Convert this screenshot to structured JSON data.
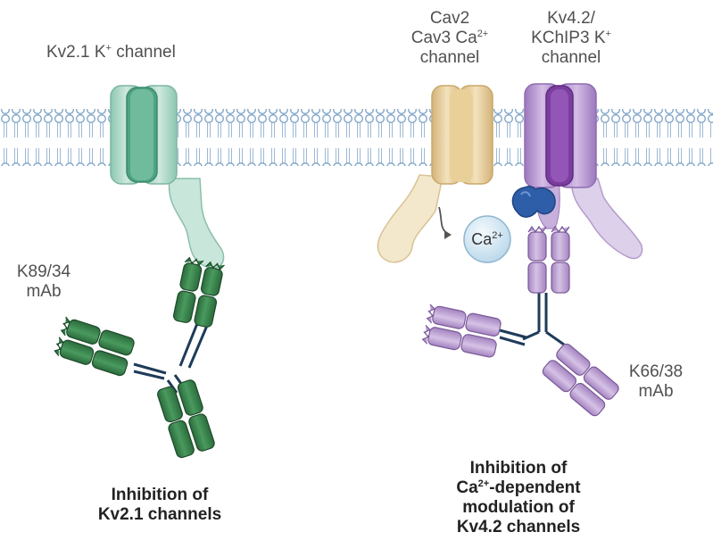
{
  "labels": {
    "kv21_channel": {
      "main": "Kv2.1 K",
      "sup": "+",
      "rest": " channel"
    },
    "cav_line1": "Cav2",
    "cav_line2": {
      "main": "Cav3 Ca",
      "sup": "2+"
    },
    "cav_line3": "channel",
    "kv42_line1": "Kv4.2/",
    "kv42_line2": {
      "main": "KChIP3 K",
      "sup": "+"
    },
    "kv42_line3": "channel",
    "mab_left_line1": "K89/34",
    "mab_left_line2": "mAb",
    "mab_right_line1": "K66/38",
    "mab_right_line2": "mAb",
    "calcium_ion": {
      "main": "Ca",
      "sup": "2+"
    }
  },
  "captions": {
    "left_line1": "Inhibition of",
    "left_line2": "Kv2.1 channels",
    "right_line1": "Inhibition of",
    "right_line2": {
      "main": "Ca",
      "sup": "2+",
      "rest": "-dependent"
    },
    "right_line3": "modulation of",
    "right_line4": "Kv4.2 channels"
  },
  "colors": {
    "kv21_channel": "#a9d6c6",
    "antibody_green": "#2e7d47",
    "cav_channel": "#e3c892",
    "kv42_channel": "#b48ccb",
    "kchip3": "#2f5ea8",
    "antibody_purple": "#b99ad2",
    "calcium_ion": "#dcecf6"
  }
}
